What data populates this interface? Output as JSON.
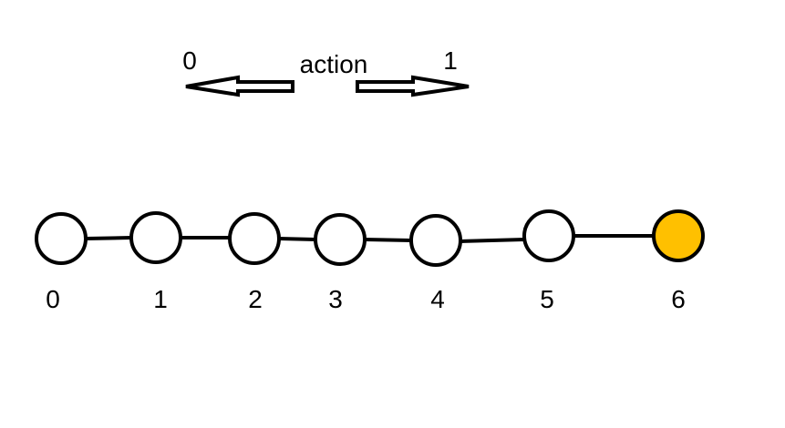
{
  "legend": {
    "left_label": "0",
    "center_label": "action",
    "right_label": "1"
  },
  "states": [
    {
      "label": "0",
      "terminal": false
    },
    {
      "label": "1",
      "terminal": false
    },
    {
      "label": "2",
      "terminal": false
    },
    {
      "label": "3",
      "terminal": false
    },
    {
      "label": "4",
      "terminal": false
    },
    {
      "label": "5",
      "terminal": false
    },
    {
      "label": "6",
      "terminal": true
    }
  ],
  "colors": {
    "node_fill": "#ffffff",
    "terminal_fill": "#ffc000",
    "stroke": "#000000"
  }
}
